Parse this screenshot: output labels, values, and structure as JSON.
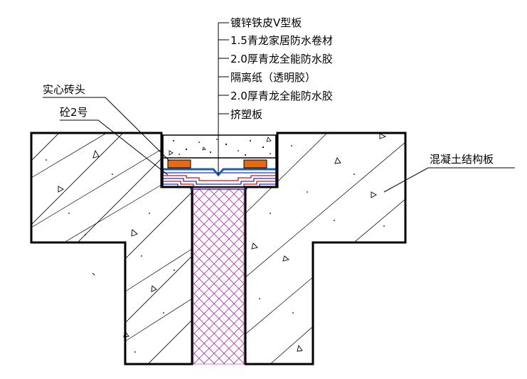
{
  "labels": {
    "right_stack": [
      "镀锌铁皮V型板",
      "1.5青龙家居防水卷材",
      "2.0厚青龙全能防水胶",
      "隔离纸（透明胶）",
      "2.0厚青龙全能防水胶",
      "挤塑板"
    ],
    "left_stack": [
      "实心砖头",
      "砼2号"
    ],
    "structure": "混凝土结构板"
  },
  "colors": {
    "line": "#000000",
    "hatch_fill": "#b030b0",
    "brick_fill": "#e86a10",
    "membrane_red": "#d01010",
    "membrane_blue": "#2030c8",
    "vplate": "#1f5fa8"
  }
}
